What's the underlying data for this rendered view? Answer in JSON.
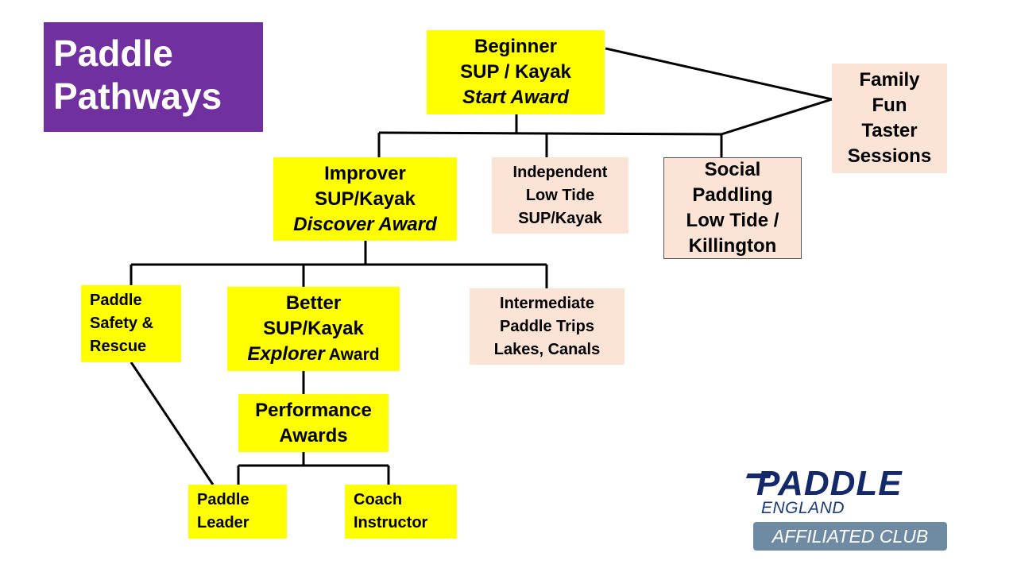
{
  "title": {
    "line1": "Paddle",
    "line2": "Pathways"
  },
  "nodes": {
    "beginner": {
      "line1": "Beginner",
      "line2": "SUP / Kayak",
      "line3": "Start Award"
    },
    "family": {
      "line1": "Family",
      "line2": "Fun",
      "line3": "Taster",
      "line4": "Sessions"
    },
    "improver": {
      "line1": "Improver",
      "line2": "SUP/Kayak",
      "line3": "Discover Award"
    },
    "independent": {
      "line1": "Independent",
      "line2": "Low Tide",
      "line3": "SUP/Kayak"
    },
    "social": {
      "line1": "Social",
      "line2": "Paddling",
      "line3": "Low Tide /",
      "line4": "Killington"
    },
    "safety": {
      "line1": "Paddle",
      "line2": "Safety &",
      "line3": "Rescue"
    },
    "better": {
      "line1": "Better",
      "line2": "SUP/Kayak",
      "line3_italic": "Explorer",
      "line3_rest": " Award"
    },
    "intermediate": {
      "line1": "Intermediate",
      "line2": "Paddle Trips",
      "line3": "Lakes, Canals"
    },
    "performance": {
      "line1": "Performance",
      "line2": "Awards"
    },
    "leader": {
      "line1": "Paddle",
      "line2": "Leader"
    },
    "coach": {
      "line1": "Coach",
      "line2": "Instructor"
    }
  },
  "logo": {
    "brand": "PADDLE",
    "region": "ENGLAND",
    "badge": "AFFILIATED CLUB"
  },
  "colors": {
    "title_bg": "#7030a0",
    "award_box": "#ffff00",
    "activity_box": "#fbe4d5",
    "logo_navy": "#13296b",
    "logo_badge": "#6f8ba3"
  }
}
